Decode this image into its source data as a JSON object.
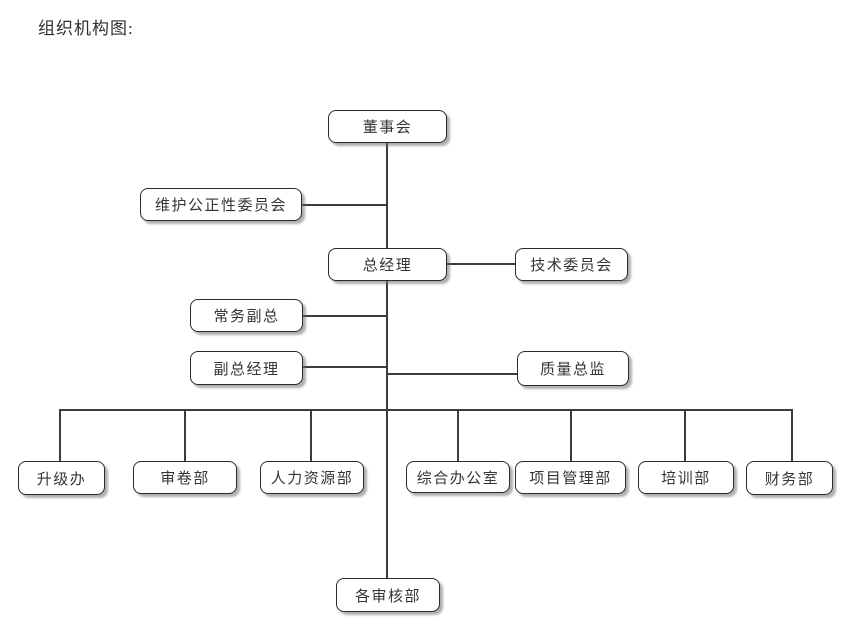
{
  "page": {
    "title": "组织机构图:"
  },
  "diagram": {
    "type": "org-chart",
    "nodes": {
      "board": "董事会",
      "impartiality_committee": "维护公正性委员会",
      "general_manager": "总经理",
      "technical_committee": "技术委员会",
      "executive_deputy_gm": "常务副总",
      "deputy_gm": "副总经理",
      "quality_director": "质量总监",
      "upgrade_office": "升级办",
      "exam_paper_dept": "审卷部",
      "hr_dept": "人力资源部",
      "general_office": "综合办公室",
      "project_mgmt_dept": "项目管理部",
      "training_dept": "培训部",
      "finance_dept": "财务部",
      "audit_depts": "各审核部"
    },
    "edges": [
      {
        "from": "board",
        "to": "general_manager"
      },
      {
        "from": "board",
        "to": "impartiality_committee",
        "type": "side-branch"
      },
      {
        "from": "general_manager",
        "to": "technical_committee",
        "type": "side-branch"
      },
      {
        "from": "general_manager",
        "to": "executive_deputy_gm",
        "type": "side-branch"
      },
      {
        "from": "general_manager",
        "to": "deputy_gm",
        "type": "side-branch"
      },
      {
        "from": "general_manager",
        "to": "quality_director",
        "type": "side-branch"
      },
      {
        "from": "general_manager",
        "to": "upgrade_office"
      },
      {
        "from": "general_manager",
        "to": "exam_paper_dept"
      },
      {
        "from": "general_manager",
        "to": "hr_dept"
      },
      {
        "from": "general_manager",
        "to": "general_office"
      },
      {
        "from": "general_manager",
        "to": "project_mgmt_dept"
      },
      {
        "from": "general_manager",
        "to": "training_dept"
      },
      {
        "from": "general_manager",
        "to": "finance_dept"
      },
      {
        "from": "general_manager",
        "to": "audit_depts"
      }
    ],
    "colors": {
      "background": "#ffffff",
      "box_fill": "#ffffff",
      "box_border": "#2b2b2b",
      "line": "#3c3c3c",
      "text": "#353535",
      "shadow": "#6e6e6e"
    }
  }
}
